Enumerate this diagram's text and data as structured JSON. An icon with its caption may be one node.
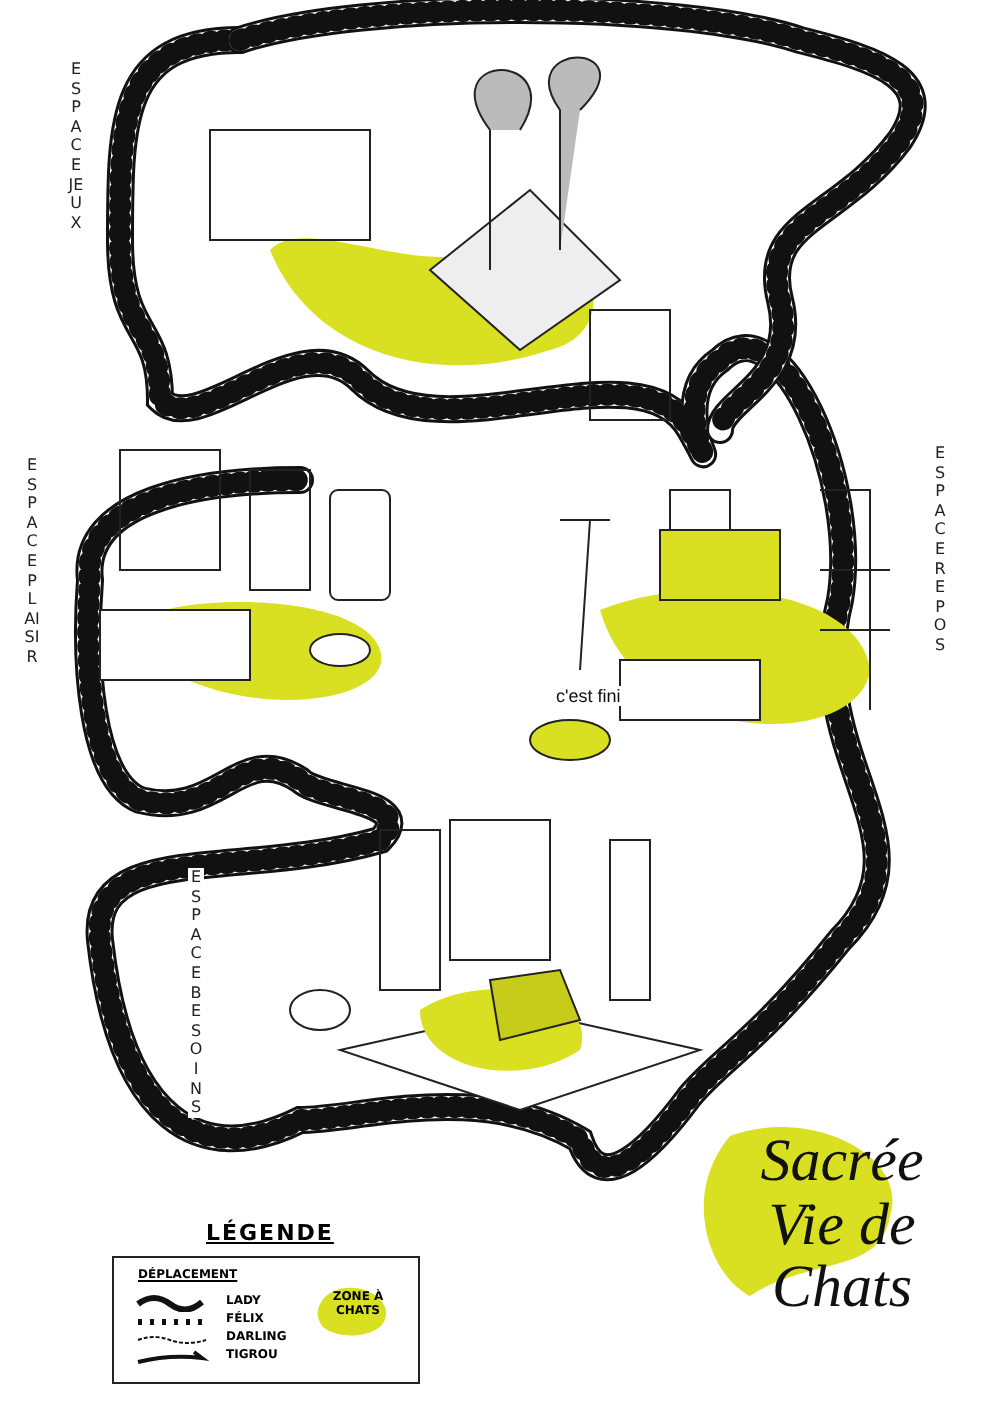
{
  "diagram": {
    "title": "Sacrée Vie de Chats",
    "labels": [
      "ESPACE JEUX",
      "ESPACE PLAISIR",
      "ESPACE REPOS",
      "c'est fini",
      "ESPACE BESOINS",
      "LÉGENDE",
      "DÉPLACEMENT"
    ],
    "legend": [
      {
        "text": "LADY"
      },
      {
        "text": "FÉLIX"
      },
      {
        "text": "DARLING"
      },
      {
        "text": "TIGROU"
      },
      {
        "text": "ZONE À CHATS",
        "color": "#d9e021"
      }
    ]
  }
}
